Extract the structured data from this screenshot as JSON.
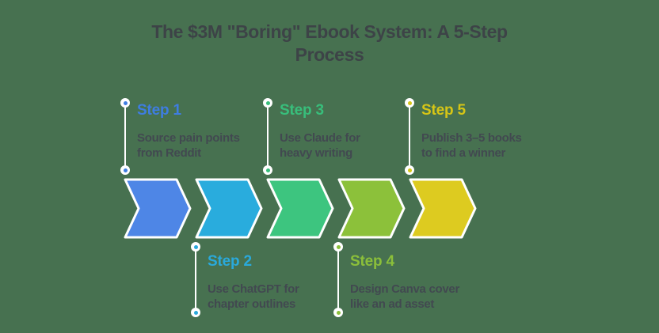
{
  "title": {
    "line1": "The $3M \"Boring\" Ebook System: A 5-Step",
    "line2": "Process"
  },
  "colors": {
    "background": "#477150",
    "title_text": "#3D4347",
    "body_text": "#424950",
    "connector": "#FFFFFF"
  },
  "steps": [
    {
      "label": "Step 1",
      "label_color": "#3E7DE1",
      "chevron_color": "#4E86E6",
      "desc_lines": [
        "Source pain points",
        "from Reddit"
      ],
      "position": "top"
    },
    {
      "label": "Step 2",
      "label_color": "#2AA9DB",
      "chevron_color": "#29ACDD",
      "desc_lines": [
        "Use ChatGPT for",
        "chapter outlines"
      ],
      "position": "bottom"
    },
    {
      "label": "Step 3",
      "label_color": "#38BE7B",
      "chevron_color": "#3DC57F",
      "desc_lines": [
        "Use Claude for",
        "heavy writing"
      ],
      "position": "top"
    },
    {
      "label": "Step 4",
      "label_color": "#8BBF3A",
      "chevron_color": "#8CC13A",
      "desc_lines": [
        "Design Canva cover",
        "like an ad asset"
      ],
      "position": "bottom"
    },
    {
      "label": "Step 5",
      "label_color": "#D6C516",
      "chevron_color": "#DDCB20",
      "desc_lines": [
        "Publish 3–5 books",
        "to find a winner"
      ],
      "position": "top"
    }
  ]
}
